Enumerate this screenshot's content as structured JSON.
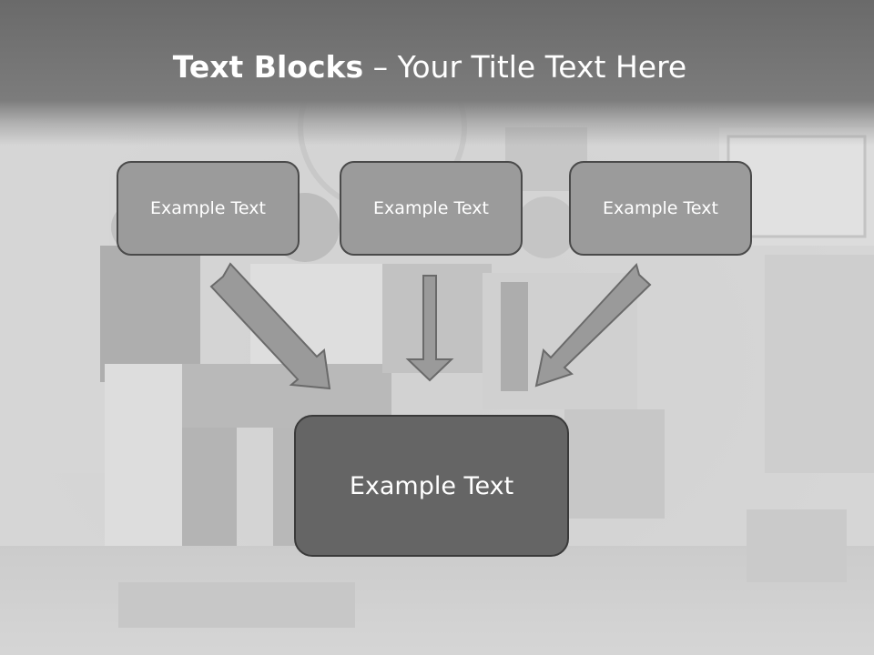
{
  "slide": {
    "title_bold": "Text Blocks",
    "title_dash": " – ",
    "title_rest": "Your Title Text Here"
  },
  "blocks": {
    "top": [
      {
        "label": "Example Text"
      },
      {
        "label": "Example Text"
      },
      {
        "label": "Example Text"
      }
    ],
    "main": {
      "label": "Example Text"
    }
  },
  "colors": {
    "top_box_fill": "#9b9b9b",
    "main_box_fill": "#656565",
    "arrow_fill": "#9a9a9a",
    "text": "#ffffff"
  }
}
